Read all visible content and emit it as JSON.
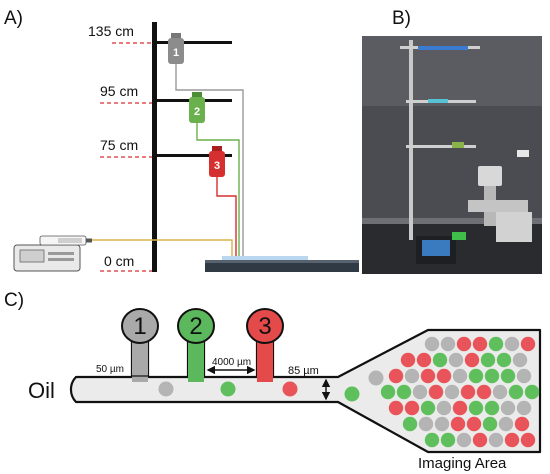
{
  "panels": {
    "a_label": "A)",
    "b_label": "B)",
    "c_label": "C)"
  },
  "panel_a": {
    "heights": [
      {
        "label": "135 cm",
        "cm": 135
      },
      {
        "label": "95 cm",
        "cm": 95
      },
      {
        "label": "75 cm",
        "cm": 75
      },
      {
        "label": "0 cm",
        "cm": 0
      }
    ],
    "reservoirs": [
      {
        "number": "1",
        "color": "#8c8c8c",
        "line_color": "#9a9a9a"
      },
      {
        "number": "2",
        "color": "#6ab04c",
        "line_color": "#6ab04c"
      },
      {
        "number": "3",
        "color": "#d62f2f",
        "line_color": "#d62f2f"
      }
    ],
    "syringe_line_color": "#d8b24a"
  },
  "panel_c": {
    "inlets": [
      {
        "number": "1",
        "color": "#a9a9a9"
      },
      {
        "number": "2",
        "color": "#5cb85c"
      },
      {
        "number": "3",
        "color": "#e44a4a"
      }
    ],
    "oil_label": "Oil",
    "width_50": "50 µm",
    "spacing_4000": "4000 µm",
    "height_85": "85 µm",
    "imaging_label": "Imaging Area",
    "droplet_colors": {
      "red": "#e8545a",
      "green": "#5fbf5c",
      "gray": "#b4b4b4"
    }
  }
}
